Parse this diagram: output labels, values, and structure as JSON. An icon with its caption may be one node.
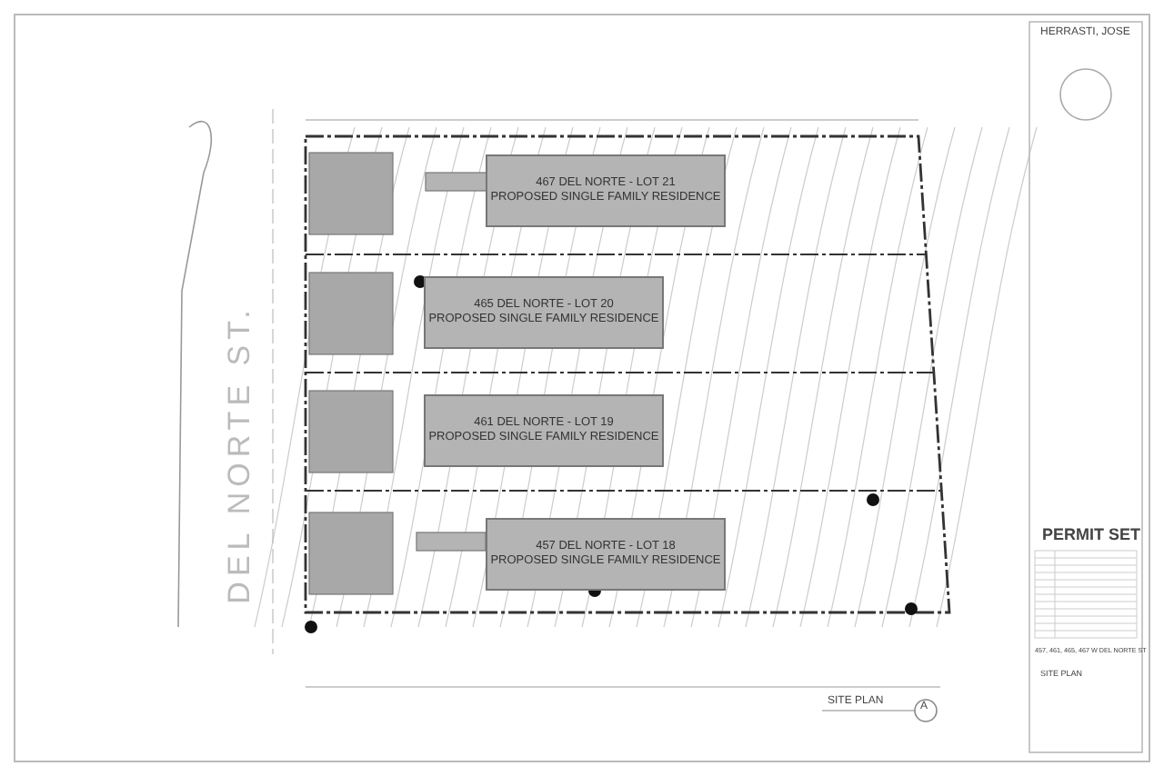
{
  "diagram": {
    "nodes": [
      {
        "text": [
          "467 DEL NORTE - LOT 21",
          "PROPOSED SINGLE FAMILY RESIDENCE"
        ]
      },
      {
        "text": [
          "465 DEL NORTE - LOT 20",
          "PROPOSED SINGLE FAMILY RESIDENCE"
        ]
      },
      {
        "text": [
          "461 DEL NORTE - LOT 19",
          "PROPOSED SINGLE FAMILY RESIDENCE"
        ]
      },
      {
        "text": [
          "457 DEL NORTE - LOT 18",
          "PROPOSED SINGLE FAMILY RESIDENCE"
        ]
      }
    ],
    "labels": [
      "HERRASTI, JOSE",
      "DEL NORTE ST.",
      "PERMIT SET",
      "457, 461, 465, 467 W DEL NORTE ST",
      "SITE PLAN",
      "SITE PLAN",
      "A"
    ]
  }
}
